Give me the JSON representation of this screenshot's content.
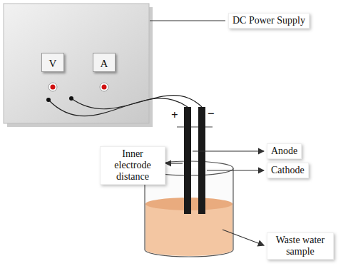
{
  "diagram": {
    "nodes": [
      {
        "text": [
          "V"
        ]
      },
      {
        "text": [
          "A"
        ]
      }
    ],
    "labels": [
      "DC Power Supply",
      "+",
      "−",
      "Anode",
      "Cathode",
      "Inner electrode distance",
      "Waste water sample"
    ]
  }
}
